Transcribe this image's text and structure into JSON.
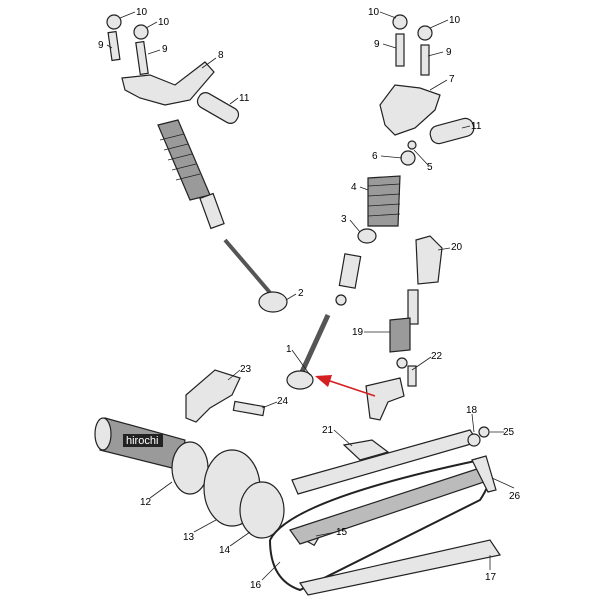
{
  "diagram": {
    "callouts": [
      "10",
      "10",
      "9",
      "9",
      "8",
      "11",
      "10",
      "10",
      "9",
      "9",
      "7",
      "11",
      "6",
      "5",
      "4",
      "3",
      "20",
      "2",
      "1",
      "19",
      "22",
      "23",
      "24",
      "21",
      "18",
      "25",
      "26",
      "12",
      "13",
      "14",
      "15",
      "16",
      "17"
    ],
    "watermark": "hirochi",
    "arrow_color": "#d42020"
  }
}
